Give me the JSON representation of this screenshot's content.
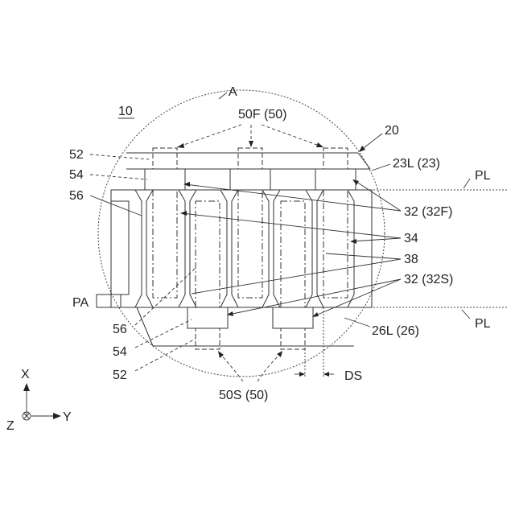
{
  "figure": {
    "fig_number": "10",
    "labels": {
      "region_a": "A",
      "label_50f": "50F (50)",
      "label_20": "20",
      "label_23l": "23L (23)",
      "label_pl_top": "PL",
      "label_pl_bottom": "PL",
      "label_52_top": "52",
      "label_54_top": "54",
      "label_56_top": "56",
      "label_32f": "32 (32F)",
      "label_34": "34",
      "label_38": "38",
      "label_32s": "32 (32S)",
      "label_pa": "PA",
      "label_56_bottom": "56",
      "label_54_bottom": "54",
      "label_52_bottom": "52",
      "label_26l": "26L (26)",
      "label_ds": "DS",
      "label_50s": "50S (50)"
    },
    "axes": {
      "x": "X",
      "y": "Y",
      "z": "Z"
    }
  }
}
